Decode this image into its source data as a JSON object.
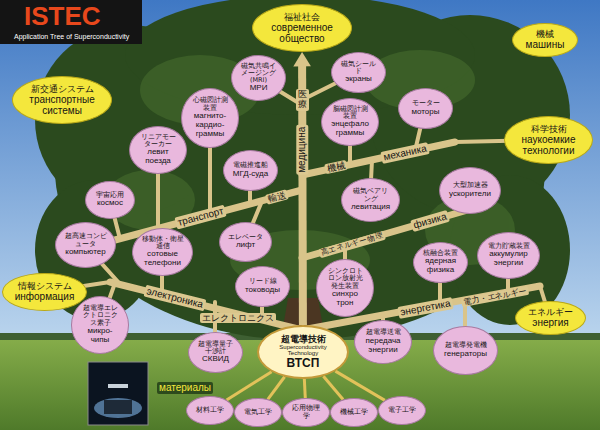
{
  "diagram": {
    "nodes": [
      {
        "text": [
          "福祉社会",
          "современное общество"
        ]
      },
      {
        "text": [
          "新交通システム",
          "транспортные системы"
        ]
      },
      {
        "text": [
          "機械",
          "машины"
        ]
      },
      {
        "text": [
          "磁気共鳴イメージング(MRI)",
          "МРИ"
        ]
      },
      {
        "text": [
          "磁気シールド",
          "экраны"
        ]
      },
      {
        "text": [
          "心磁図計測装置",
          "магнито-кардио-граммы"
        ]
      },
      {
        "text": [
          "脳磁図計測装置",
          "энцефало граммы"
        ]
      },
      {
        "text": [
          "モーター",
          "моторы"
        ]
      },
      {
        "text": [
          "科学技術",
          "наукоемкие технологии"
        ]
      },
      {
        "text": [
          "リニアモーターカー",
          "левит поезда"
        ]
      },
      {
        "text": [
          "電磁推進船",
          "МГД-суда"
        ]
      },
      {
        "text": [
          "宇宙応用",
          "космос"
        ]
      },
      {
        "text": [
          "磁気ベアリング",
          "левитация"
        ]
      },
      {
        "text": [
          "大型加速器",
          "ускорители"
        ]
      },
      {
        "text": [
          "エレベータ",
          "лифт"
        ]
      },
      {
        "text": [
          "シンクロトロン放射光発生装置",
          "синхро трон"
        ]
      },
      {
        "text": [
          "情報システム",
          "информация"
        ]
      },
      {
        "text": [
          "超高速コンピュータ",
          "компьютер"
        ]
      },
      {
        "text": [
          "移動体・衛星通信",
          "сотовые телефони"
        ]
      },
      {
        "text": [
          "核融合装置",
          "ядерная физика"
        ]
      },
      {
        "text": [
          "電力貯蔵装置",
          "аккумулир энергии"
        ]
      },
      {
        "text": [
          "超電導送電",
          "передача энергии"
        ]
      },
      {
        "text": [
          "リード線",
          "тоководы"
        ]
      },
      {
        "text": [
          "超電導エレクトロニクス素子",
          "микро-чипы"
        ]
      },
      {
        "text": [
          "エネルギー",
          "энергия"
        ]
      },
      {
        "text": [
          "超電導発電機",
          "генераторы"
        ]
      },
      {
        "text": [
          "超電導量子干渉計",
          "СКВИД"
        ]
      },
      {
        "text": [
          "超電導技術",
          "Superconductivity Technology",
          "ВТСП"
        ]
      },
      {
        "text": [
          "材料工学"
        ]
      },
      {
        "text": [
          "電気工学"
        ]
      },
      {
        "text": [
          "応用物理学"
        ]
      },
      {
        "text": [
          "機械工学"
        ]
      },
      {
        "text": [
          "電子工学"
        ]
      }
    ],
    "edges": [
      {
        "from": 27,
        "to": 0,
        "arrow": "to"
      },
      {
        "from": 27,
        "to": 28,
        "arrow": "none"
      },
      {
        "from": 27,
        "to": 29,
        "arrow": "none"
      },
      {
        "from": 27,
        "to": 30,
        "arrow": "none"
      },
      {
        "from": 27,
        "to": 31,
        "arrow": "none"
      },
      {
        "from": 27,
        "to": 32,
        "arrow": "none"
      }
    ],
    "labels": [
      "ISTEC",
      "Application Tree of Superconductivity",
      "医療",
      "медицина",
      "輸送",
      "транспорт",
      "機械",
      "механика",
      "高エネルギー物理",
      "физика",
      "エレクトロニクス",
      "электроника",
      "電力・エネルギー",
      "энергетика",
      "материалы"
    ]
  }
}
